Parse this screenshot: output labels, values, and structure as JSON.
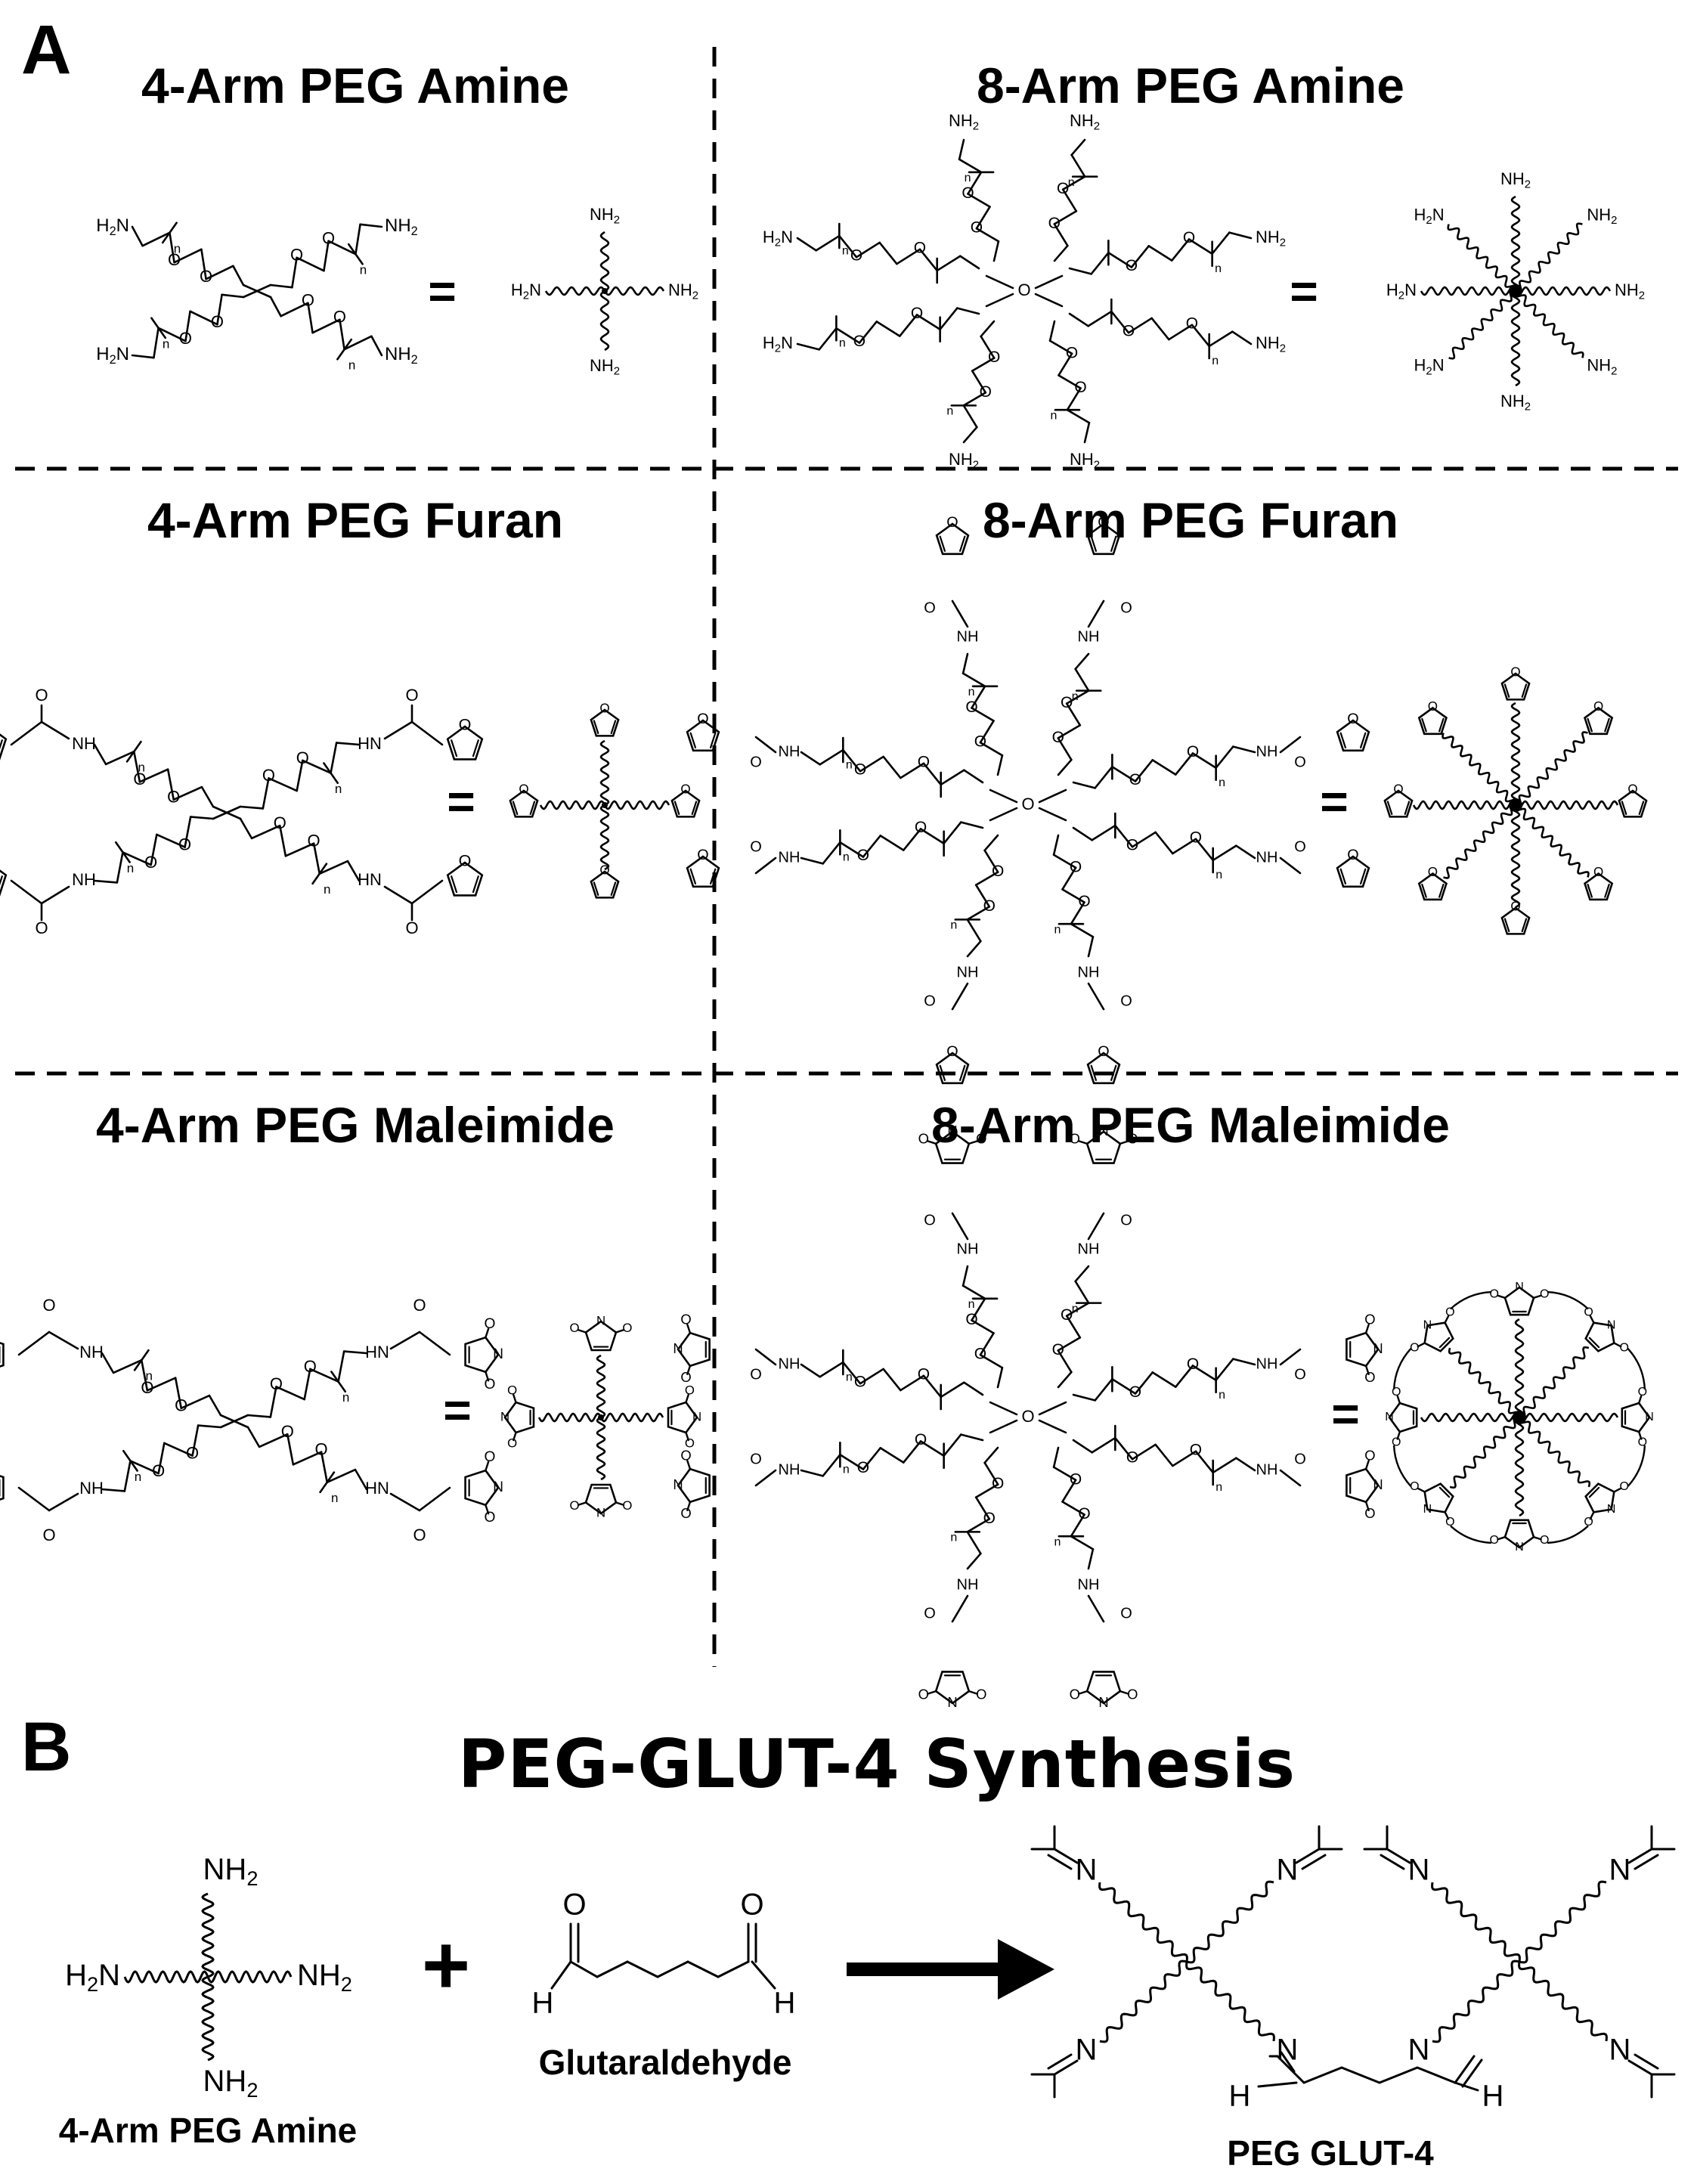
{
  "panel_a": {
    "letter": "A",
    "titles": {
      "arm4_amine": "4-Arm PEG Amine",
      "arm8_amine": "8-Arm PEG Amine",
      "arm4_furan": "4-Arm PEG Furan",
      "arm8_furan": "8-Arm PEG Furan",
      "arm4_maleimide": "4-Arm PEG Maleimide",
      "arm8_maleimide": "8-Arm PEG Maleimide"
    },
    "equals": "=",
    "amine_group": "NH",
    "amine_sub": "2",
    "amine_prefix": "H",
    "amine_prefix_sub": "2",
    "amine_prefix_tail": "N",
    "amide_nh": "NH",
    "amide_hn": "HN",
    "ether_o": "O",
    "repeat_n": "n",
    "carbonyl_o": "O",
    "imide_n": "N"
  },
  "panel_b": {
    "letter": "B",
    "title": "PEG-GLUT-4 Synthesis",
    "plus": "+",
    "reactant_label": "4-Arm PEG Amine",
    "reagent_label": "Glutaraldehyde",
    "product_label": "PEG GLUT-4",
    "aldehyde_h": "H",
    "aldehyde_o": "O",
    "imine_n": "N"
  }
}
